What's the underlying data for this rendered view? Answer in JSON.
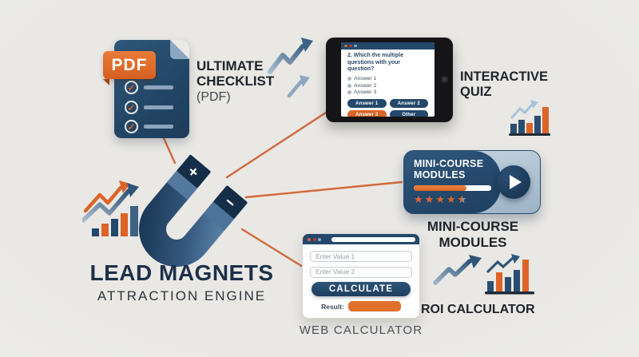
{
  "palette": {
    "background": "#e9e8e5",
    "navy": "#24486b",
    "navy_dark": "#16304a",
    "steel": "#8ba3bc",
    "orange": "#dd6327",
    "text_dark": "#1f2329",
    "text_gray": "#4b5057"
  },
  "checklist": {
    "badge_label": "PDF",
    "title_line1": "ULTIMATE",
    "title_line2": "CHECKLIST",
    "title_line3": "(PDF)"
  },
  "quiz": {
    "question": "2. Which the multiple questions with your question?",
    "options": [
      "Answer 1",
      "Answer 2",
      "Answer 3"
    ],
    "buttons": [
      {
        "label": "Answer 1",
        "color": "navy"
      },
      {
        "label": "Answer 2",
        "color": "navy"
      },
      {
        "label": "Answer 3",
        "color": "orange"
      },
      {
        "label": "Other",
        "color": "navy"
      }
    ],
    "title_line1": "INTERACTIVE",
    "title_line2": "QUIZ"
  },
  "minicourse": {
    "card_title_line1": "MINI-COURSE",
    "card_title_line2": "MODULES",
    "progress_pct": 68,
    "rating_full_stars": 4,
    "rating_half_stars": 1,
    "caption_line1": "MINI-COURSE",
    "caption_line2": "MODULES"
  },
  "calculator": {
    "input1_placeholder": "Enter Value 1",
    "input2_placeholder": "Enter Value 2",
    "button_label": "CALCULATE",
    "result_label": "Result:",
    "caption": "WEB CALCULATOR"
  },
  "roi": {
    "caption": "ROI CALCULATOR"
  },
  "magnet": {
    "plus_label": "+",
    "minus_label": "−"
  },
  "heading": {
    "title": "LEAD MAGNETS",
    "subtitle": "ATTRACTION ENGINE"
  },
  "icons": {
    "pdf_checklist": "pdf-document-icon",
    "growth_arrows": "growth-arrow-icon",
    "quiz_chart": "bar-chart-icon",
    "roi_chart": "bar-chart-icon",
    "roi_arrow": "trend-arrow-icon",
    "magnet": "magnet-icon",
    "play": "play-icon"
  }
}
